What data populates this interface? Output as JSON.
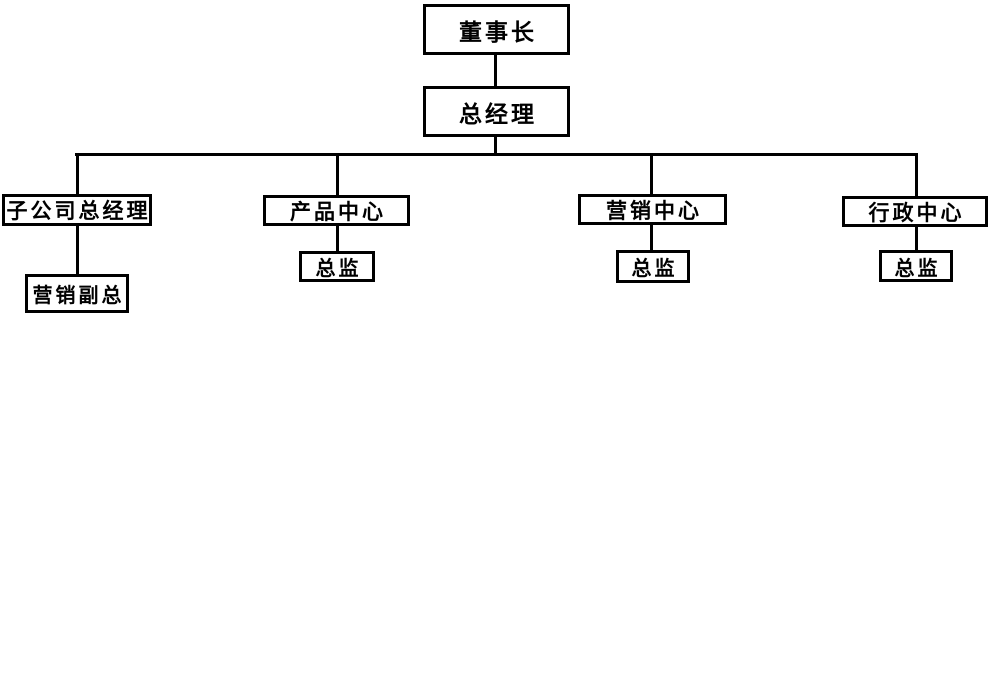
{
  "diagram": {
    "type": "org-chart",
    "background_color": "#ffffff",
    "box_border_color": "#000000",
    "line_color": "#000000",
    "text_color": "#000000",
    "nodes": [
      {
        "id": "chairman",
        "label": "董事长",
        "level": 1,
        "parent": null
      },
      {
        "id": "general-manager",
        "label": "总经理",
        "level": 2,
        "parent": "chairman"
      },
      {
        "id": "subsidiary-gm",
        "label": "子公司总经理",
        "level": 3,
        "parent": "general-manager"
      },
      {
        "id": "product-center",
        "label": "产品中心",
        "level": 3,
        "parent": "general-manager"
      },
      {
        "id": "marketing-center",
        "label": "营销中心",
        "level": 3,
        "parent": "general-manager"
      },
      {
        "id": "admin-center",
        "label": "行政中心",
        "level": 3,
        "parent": "general-manager"
      },
      {
        "id": "marketing-vp",
        "label": "营销副总",
        "level": 4,
        "parent": "subsidiary-gm"
      },
      {
        "id": "product-director",
        "label": "总监",
        "level": 4,
        "parent": "product-center"
      },
      {
        "id": "marketing-director",
        "label": "总监",
        "level": 4,
        "parent": "marketing-center"
      },
      {
        "id": "admin-director",
        "label": "总监",
        "level": 4,
        "parent": "admin-center"
      }
    ]
  }
}
